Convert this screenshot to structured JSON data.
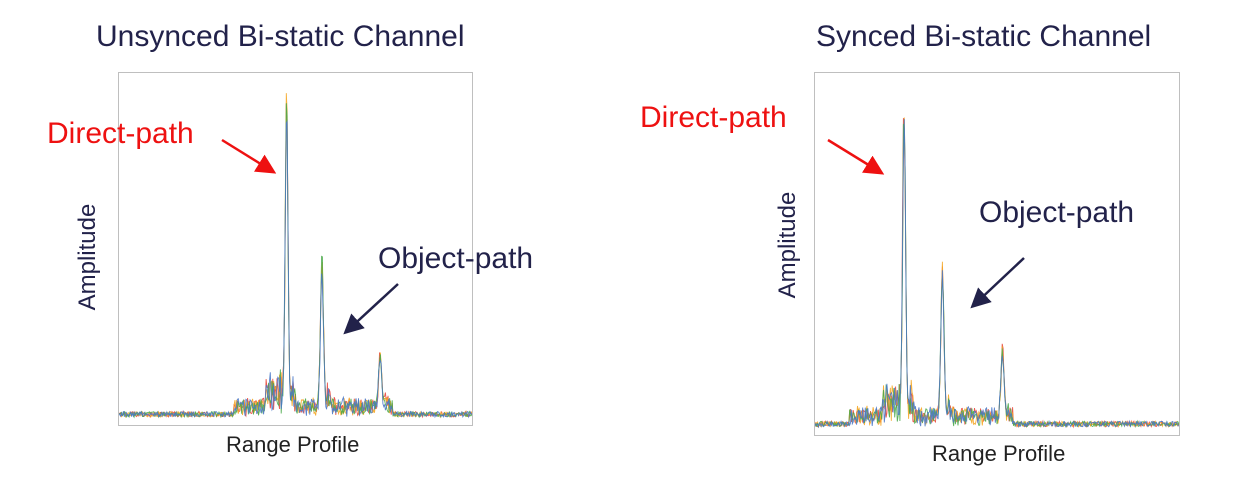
{
  "colors": {
    "title": "#22224a",
    "direct_path": "#ee1111",
    "object_path": "#22224a",
    "series": [
      "#e8483c",
      "#f5a623",
      "#4aa84a",
      "#4a78c8"
    ]
  },
  "chart_data": [
    {
      "type": "line",
      "title": "Unsynced Bi-static Channel",
      "xlabel": "Range Profile",
      "ylabel": "Amplitude",
      "grid": false,
      "xlim": [
        0,
        100
      ],
      "ylim": [
        0,
        100
      ],
      "peaks": [
        {
          "x": 47.5,
          "height": 92
        },
        {
          "x": 57.5,
          "height": 46
        },
        {
          "x": 74,
          "height": 17
        }
      ],
      "annotations": [
        {
          "text": "Direct-path",
          "color": "#ee1111"
        },
        {
          "text": "Object-path",
          "color": "#22224a"
        }
      ]
    },
    {
      "type": "line",
      "title": "Synced Bi-static Channel",
      "xlabel": "Range Profile",
      "ylabel": "Amplitude",
      "grid": false,
      "xlim": [
        0,
        100
      ],
      "ylim": [
        0,
        100
      ],
      "peaks": [
        {
          "x": 24.5,
          "height": 92
        },
        {
          "x": 35,
          "height": 45
        },
        {
          "x": 51.5,
          "height": 19
        }
      ],
      "annotations": [
        {
          "text": "Direct-path",
          "color": "#ee1111"
        },
        {
          "text": "Object-path",
          "color": "#22224a"
        }
      ]
    }
  ]
}
